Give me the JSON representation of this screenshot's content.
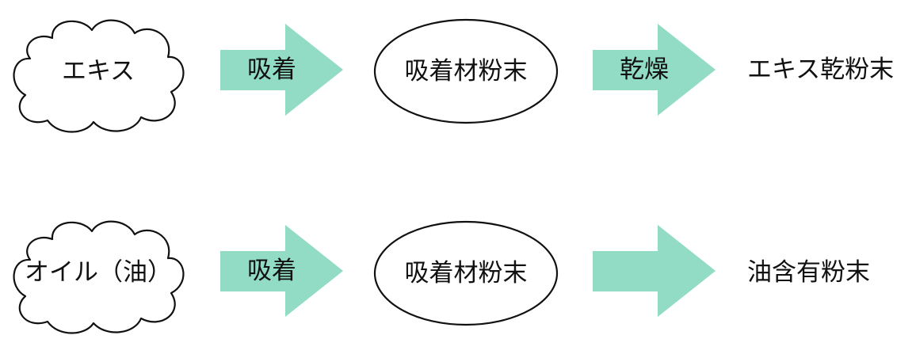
{
  "colors": {
    "arrow": "#92DBC4",
    "outline": "#111111",
    "text": "#111111"
  },
  "rows": [
    {
      "source": "エキス",
      "step1": "吸着",
      "intermediate": "吸着材粉末",
      "step2": "乾燥",
      "result": "エキス乾粉末"
    },
    {
      "source": "オイル（油）",
      "step1": "吸着",
      "intermediate": "吸着材粉末",
      "step2": "",
      "result": "油含有粉末"
    }
  ]
}
